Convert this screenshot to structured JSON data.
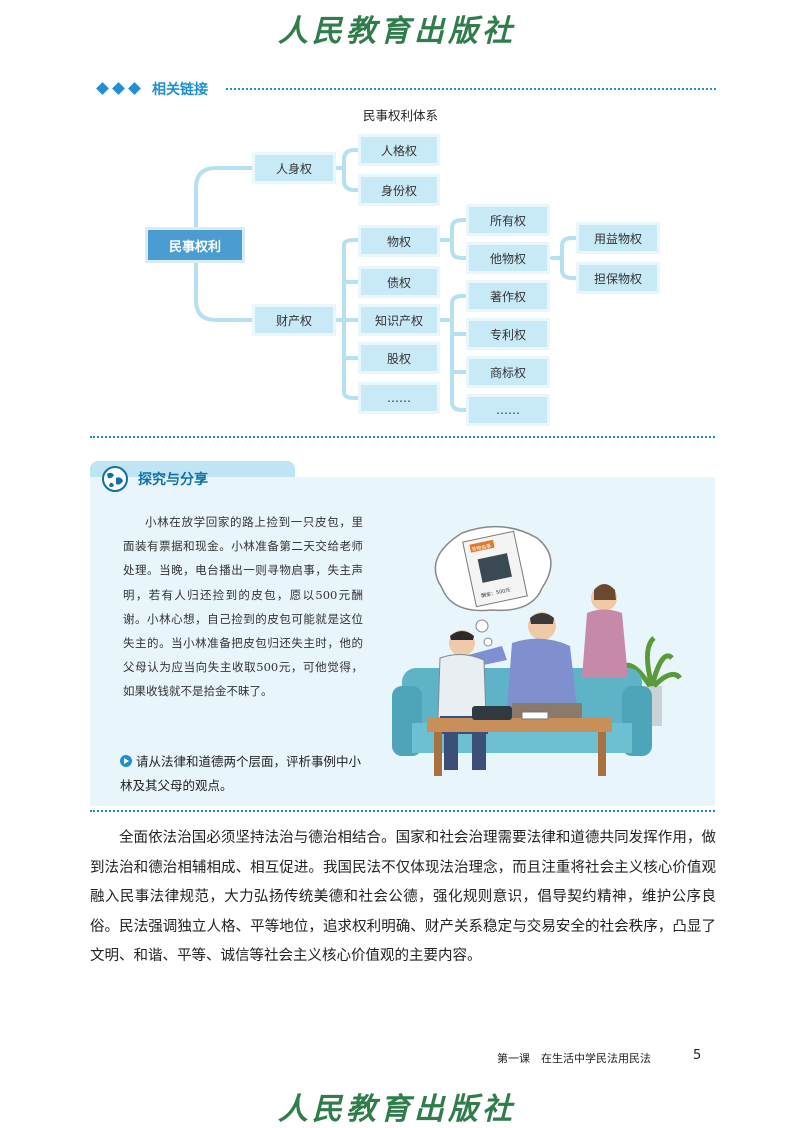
{
  "header": {
    "watermark": "人民教育出版社"
  },
  "section": {
    "title": "相关链接"
  },
  "diagram": {
    "title": "民事权利体系",
    "root": "民事权利",
    "level1": [
      "人身权",
      "财产权"
    ],
    "personal": [
      "人格权",
      "身份权"
    ],
    "property": [
      "物权",
      "债权",
      "知识产权",
      "股权",
      "……"
    ],
    "real_rights": [
      "所有权",
      "他物权"
    ],
    "other_real": [
      "用益物权",
      "担保物权"
    ],
    "ip_rights": [
      "著作权",
      "专利权",
      "商标权",
      "……"
    ]
  },
  "explore": {
    "title": "探究与分享",
    "story": "小林在放学回家的路上捡到一只皮包，里面装有票据和现金。小林准备第二天交给老师处理。当晚，电台播出一则寻物启事，失主声明，若有人归还捡到的皮包，愿以500元酬谢。小林心想，自己捡到的皮包可能就是这位失主的。当小林准备把皮包归还失主时，他的父母认为应当向失主收取500元，可他觉得，如果收钱就不是拾金不昧了。",
    "question": "请从法律和道德两个层面，评析事例中小林及其父母的观点。",
    "illus_notice": "寻物启事",
    "illus_reward": "酬金：500元"
  },
  "body": "全面依法治国必须坚持法治与德治相结合。国家和社会治理需要法律和道德共同发挥作用，做到法治和德治相辅相成、相互促进。我国民法不仅体现法治理念，而且注重将社会主义核心价值观融入民事法律规范，大力弘扬传统美德和社会公德，强化规则意识，倡导契约精神，维护公序良俗。民法强调独立人格、平等地位，追求权利明确、财产关系稳定与交易安全的社会秩序，凸显了文明、和谐、平等、诚信等社会主义核心价值观的主要内容。",
  "footer": {
    "chapter": "第一课　在生活中学民法用民法",
    "page": "5"
  },
  "bottom": {
    "watermark": "人民教育出版社"
  }
}
